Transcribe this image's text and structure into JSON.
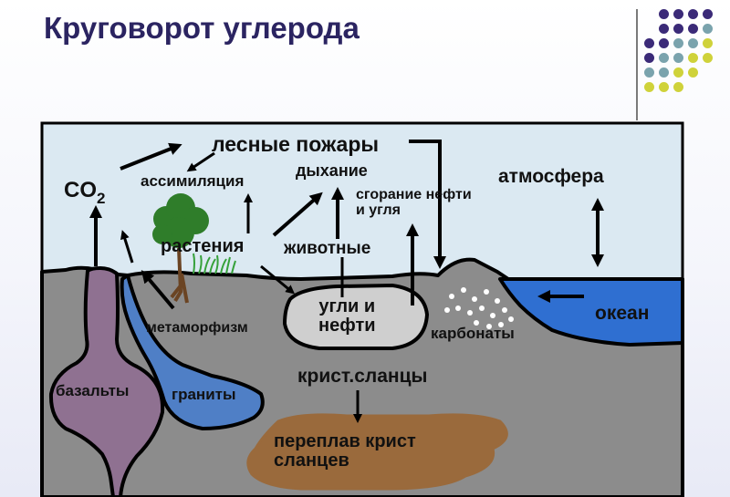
{
  "title": "Круговорот углерода",
  "labels": {
    "forest_fires": "лесные пожары",
    "co2_base": "CO",
    "co2_sub": "2",
    "assimilation": "ассимиляция",
    "respiration": "дыхание",
    "combustion": "сгорание нефти\nи угля",
    "atmosphere": "атмосфера",
    "plants": "растения",
    "animals": "животные",
    "coal_oil": "угли и\nнефти",
    "metamorphism": "метаморфизм",
    "carbonates": "карбонаты",
    "ocean": "океан",
    "basalts": "базальты",
    "granites": "граниты",
    "crystalline_shales": "крист.сланцы",
    "remelting": "переплав крист\nсланцев"
  },
  "colors": {
    "title": "#2b2461",
    "sky": "#dbe9f2",
    "ground": "#8c8c8c",
    "ocean": "#2f6fd1",
    "basalt": "#8f7191",
    "granite": "#4f7fc6",
    "melt": "#9a6a3c",
    "coal": "#cfcfcf",
    "tree_foliage": "#2f7d2a",
    "tree_trunk": "#6b4423",
    "dot_purple": "#3b2a78",
    "dot_teal": "#7aa3ad",
    "dot_yellow": "#cfd23a"
  },
  "icons": {
    "tree": "tree-icon",
    "grass": "grass-icon",
    "corner_decoration": "dot-grid-decoration"
  }
}
